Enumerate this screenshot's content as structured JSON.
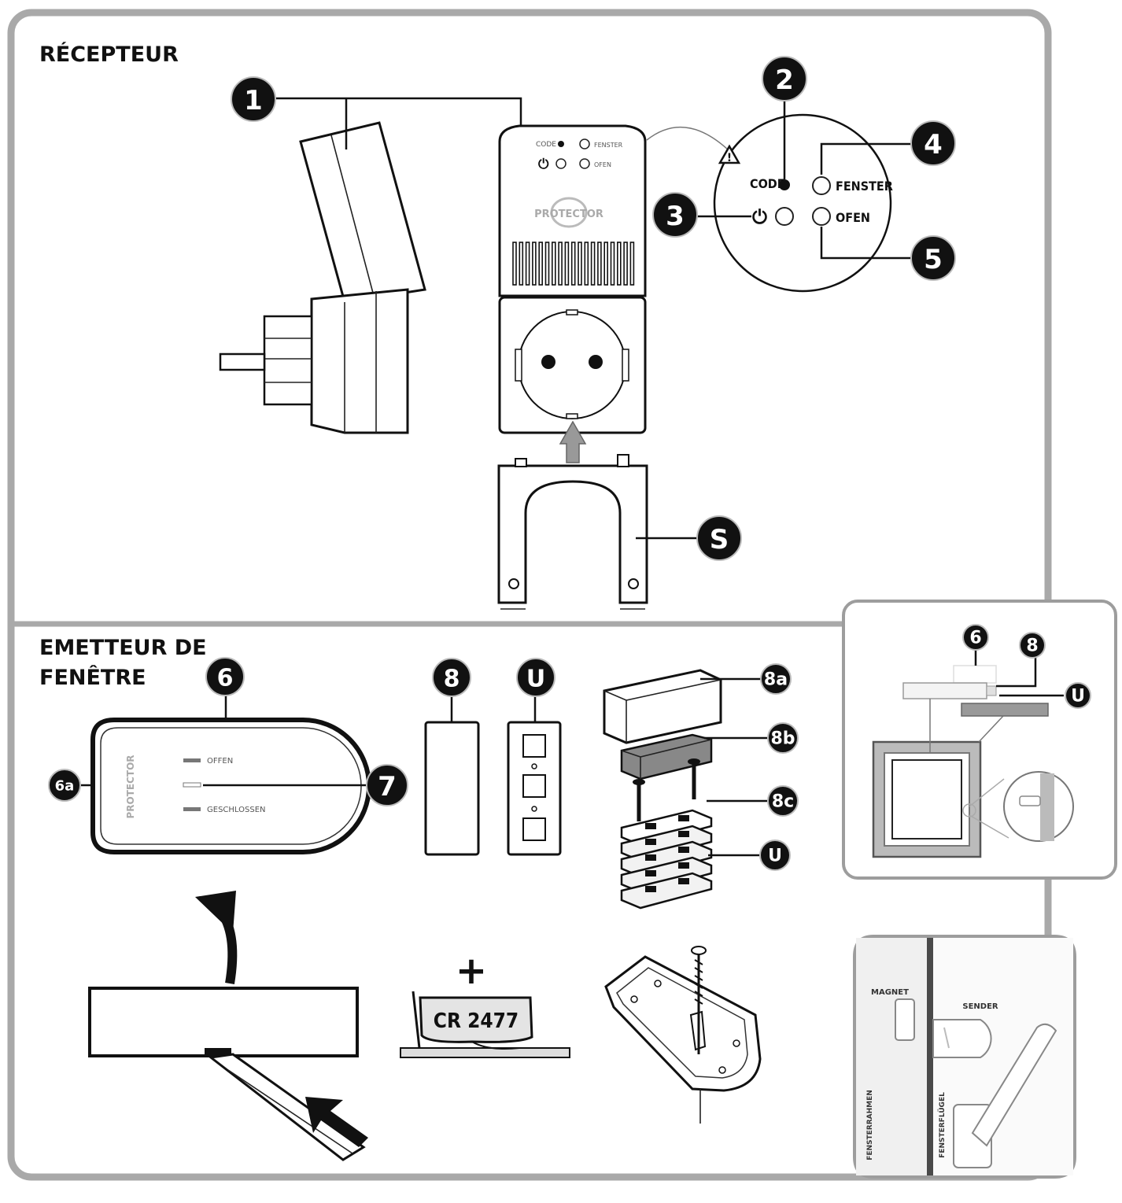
{
  "sections": {
    "receiver_title": "RÉCEPTEUR",
    "transmitter_title_line1": "EMETTEUR DE",
    "transmitter_title_line2": "FENÊTRE"
  },
  "callouts": {
    "n1": "1",
    "n2": "2",
    "n3": "3",
    "n4": "4",
    "n5": "5",
    "s": "S",
    "n6": "6",
    "n6a": "6a",
    "n7": "7",
    "n8": "8",
    "u": "U",
    "n8a": "8a",
    "n8b": "8b",
    "n8c": "8c",
    "u2": "U",
    "inset_6": "6",
    "inset_8": "8",
    "inset_u": "U"
  },
  "receiver": {
    "code_label": "CODE",
    "fenster_label": "FENSTER",
    "ofen_label": "OFEN",
    "logo_text": "PROTECTOR",
    "small_code": "CODE",
    "small_fenster": "FENSTER",
    "small_ofen": "OFEN"
  },
  "transmitter": {
    "led_offen": "OFFEN",
    "led_geschlossen": "GESCHLOSSEN",
    "logo_text": "PROTECTOR",
    "battery_label": "CR 2477",
    "plus_sign": "+"
  },
  "photo": {
    "magnet_label": "MAGNET",
    "sender_label": "SENDER",
    "frame_label": "FENSTERRAHMEN",
    "sash_label": "FENSTERFLÜGEL"
  },
  "icons": {
    "power": "power-icon",
    "warning": "warning-icon",
    "arrow": "arrow-icon"
  }
}
